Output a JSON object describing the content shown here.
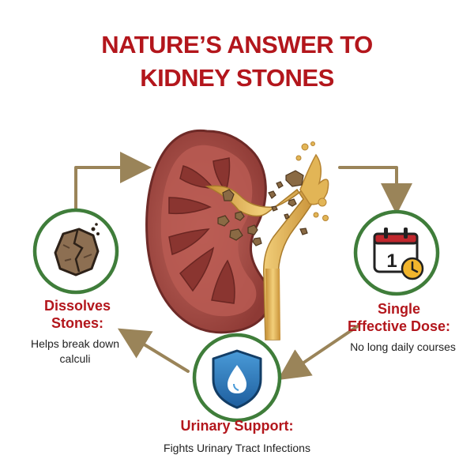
{
  "title": {
    "line1": "NATURE’S ANSWER TO",
    "line2": "KIDNEY STONES"
  },
  "features": {
    "dissolves": {
      "title_line1": "Dissolves",
      "title_line2": "Stones:",
      "desc_line1": "Helps break down",
      "desc_line2": "calculi",
      "icon": "broken-stone-icon"
    },
    "dose": {
      "title_line1": "Single",
      "title_line2": "Effective Dose:",
      "desc": "No long daily courses",
      "icon": "calendar-clock-icon"
    },
    "support": {
      "title": "Urinary Support:",
      "desc": "Fights Urinary Tract Infections",
      "icon": "shield-droplet-icon"
    }
  },
  "colors": {
    "title": "#b3161c",
    "circle_border": "#3f7d3a",
    "arrow": "#9a8459",
    "kidney": "#a84c45",
    "fluid": "#d9a84a"
  }
}
